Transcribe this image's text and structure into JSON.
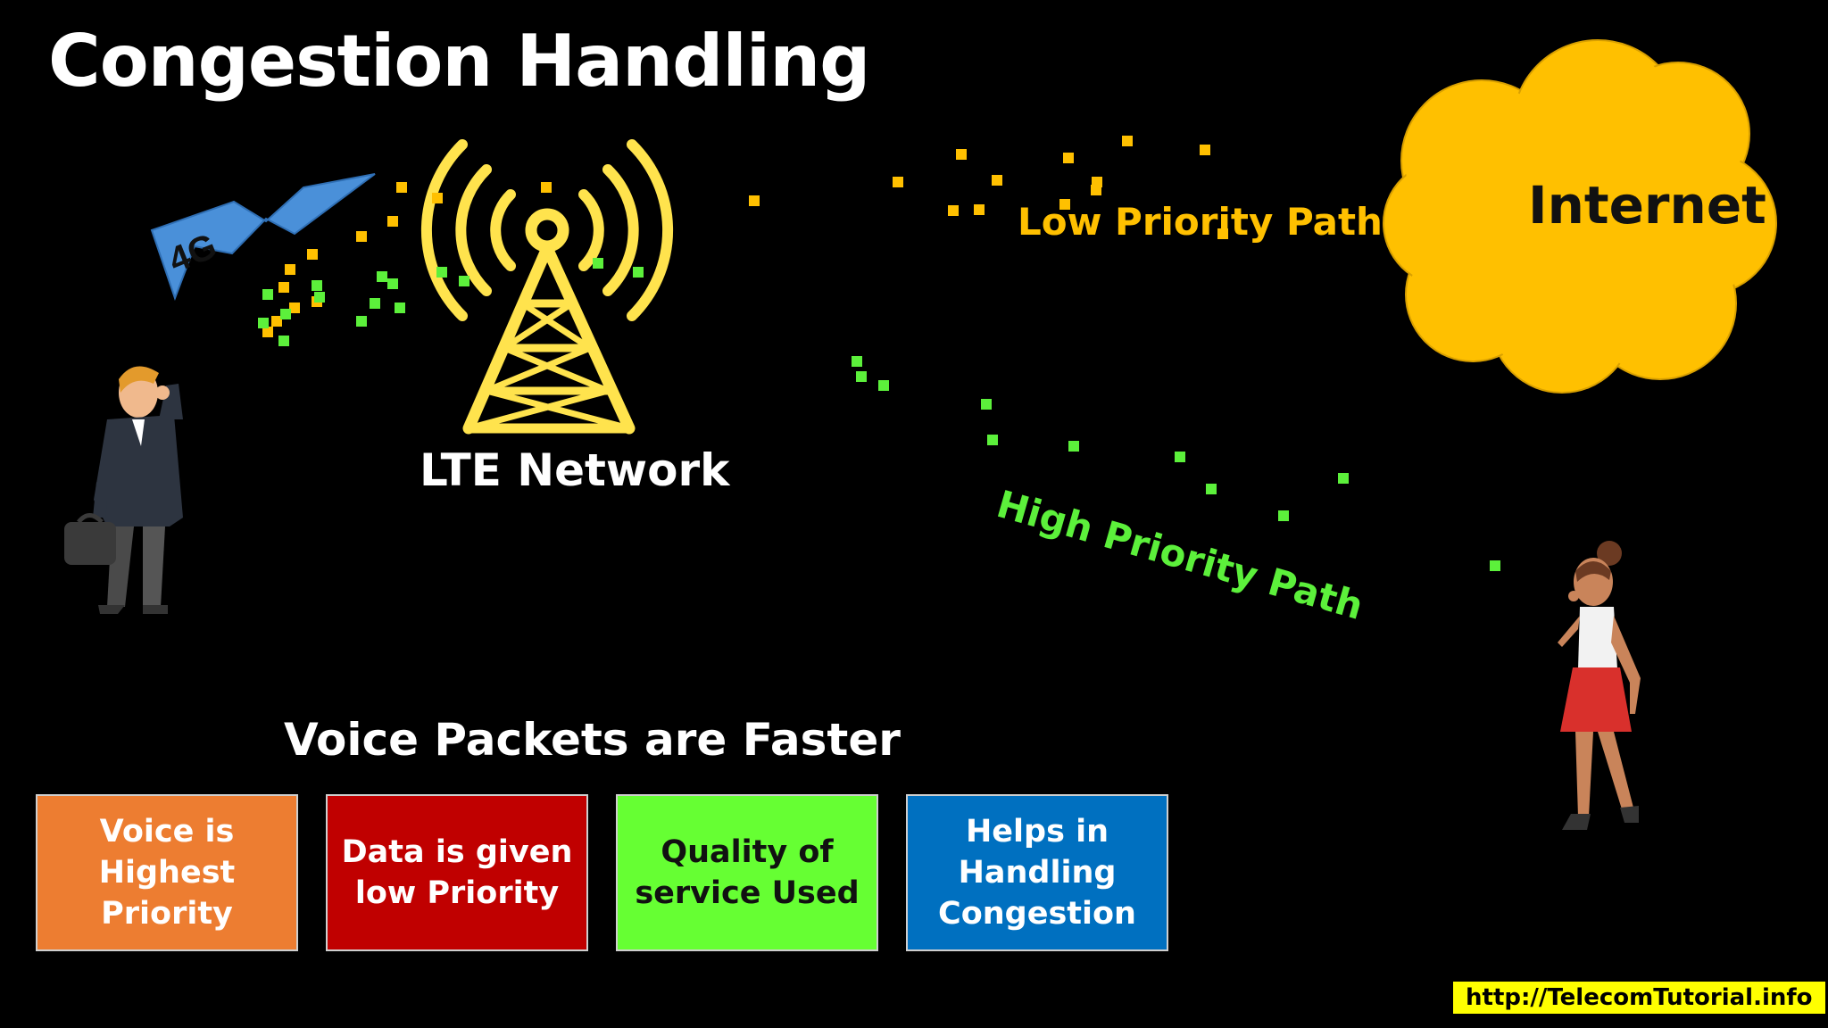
{
  "title": "Congestion Handling",
  "network_label": "LTE Network",
  "badge_4g": "4G",
  "internet_label": "Internet",
  "low_priority_path": "Low Priority Path",
  "high_priority_path": "High Priority Path",
  "subtitle": "Voice Packets are Faster",
  "boxes": [
    {
      "text": "Voice is Highest Priority",
      "color": "#ed7d31"
    },
    {
      "text": "Data is given low Priority",
      "color": "#c00000"
    },
    {
      "text": "Quality of service Used",
      "color": "#66ff33"
    },
    {
      "text": "Helps in Handling Congestion",
      "color": "#0070c0"
    }
  ],
  "footer_url": "http://TelecomTutorial.info",
  "colors": {
    "low_priority_packet": "#ffc000",
    "high_priority_packet": "#5cf03b",
    "tower": "#ffe34d",
    "cloud": "#ffc000",
    "bolt": "#4a90d9",
    "url_background": "#ffff00"
  }
}
